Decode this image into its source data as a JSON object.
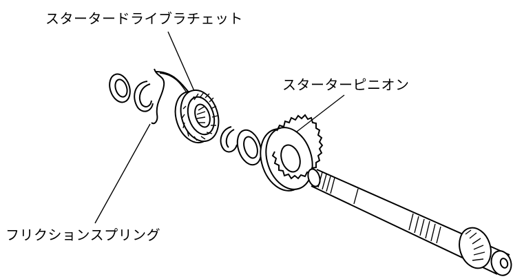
{
  "labels": {
    "ratchet": "スタータードライブラチェット",
    "pinion": "スターターピニオン",
    "spring": "フリクションスプリング"
  }
}
